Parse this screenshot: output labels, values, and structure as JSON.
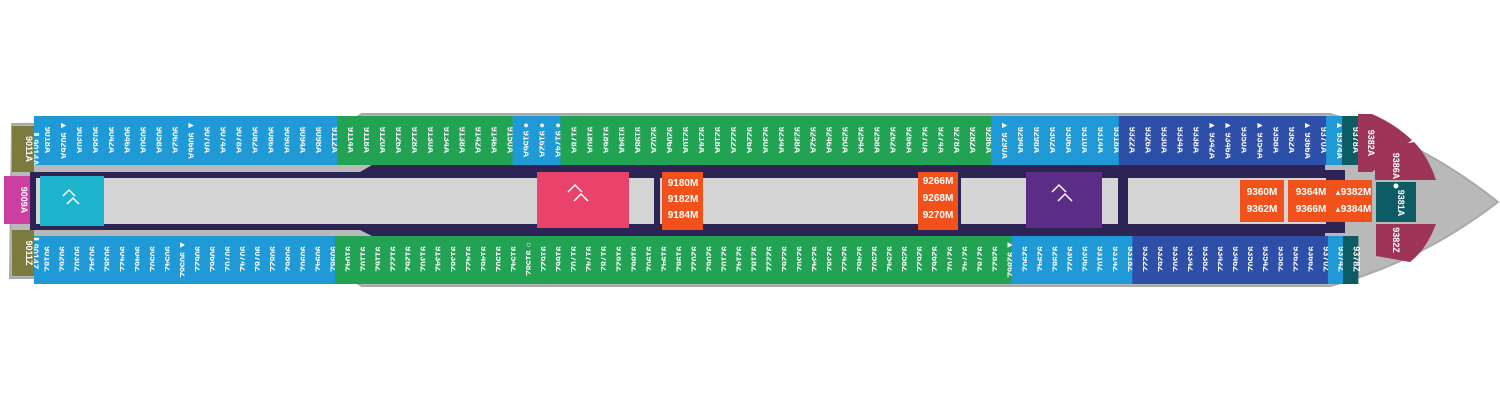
{
  "colors": {
    "hull": "#b9b9b9",
    "deck_edge": "#a9a9a9",
    "corridor": "#2d2355",
    "floor": "#d5d5d5",
    "green": "#22a354",
    "blue": "#1f9ad6",
    "navy": "#2e4fa8",
    "teal": "#0e5c63",
    "olive": "#7c7a3c",
    "crimson": "#9e3558",
    "magenta": "#cc3fa1",
    "orange": "#f1511b",
    "stair_cyan": "#1eb3cc",
    "stair_pink": "#e9436c",
    "stair_purple": "#5b2d86"
  },
  "legend_symbols": {
    "accessible": "▲",
    "connecting": "●",
    "pair": "∥",
    "lift": "^^"
  },
  "cabins": {
    "top": [
      {
        "id": "9014A",
        "c": "olive",
        "m": "∥"
      },
      {
        "id": "9018A",
        "c": "blue"
      },
      {
        "id": "9026A",
        "c": "blue",
        "m": "▲"
      },
      {
        "id": "9030A",
        "c": "blue"
      },
      {
        "id": "9038A",
        "c": "blue"
      },
      {
        "id": "9042A",
        "c": "blue"
      },
      {
        "id": "9046A",
        "c": "blue"
      },
      {
        "id": "9050A",
        "c": "blue"
      },
      {
        "id": "9058A",
        "c": "blue"
      },
      {
        "id": "9062A",
        "c": "blue"
      },
      {
        "id": "9066A",
        "c": "blue",
        "m": "▲"
      },
      {
        "id": "9070A",
        "c": "blue"
      },
      {
        "id": "9074A",
        "c": "blue"
      },
      {
        "id": "9078A",
        "c": "blue"
      },
      {
        "id": "9082A",
        "c": "blue"
      },
      {
        "id": "9086A",
        "c": "blue"
      },
      {
        "id": "9090A",
        "c": "blue"
      },
      {
        "id": "9094A",
        "c": "blue"
      },
      {
        "id": "9098A",
        "c": "blue"
      },
      {
        "id": "9112A",
        "c": "blue"
      },
      {
        "id": "9114A",
        "c": "green"
      },
      {
        "id": "9118A",
        "c": "green"
      },
      {
        "id": "9120A",
        "c": "green"
      },
      {
        "id": "9126A",
        "c": "green"
      },
      {
        "id": "9128A",
        "c": "green"
      },
      {
        "id": "9130A",
        "c": "green"
      },
      {
        "id": "9134A",
        "c": "green"
      },
      {
        "id": "9138A",
        "c": "green"
      },
      {
        "id": "9142A",
        "c": "green"
      },
      {
        "id": "9146A",
        "c": "green"
      },
      {
        "id": "9150A",
        "c": "green"
      },
      {
        "id": "9156A",
        "c": "blue",
        "m": "●"
      },
      {
        "id": "9162A",
        "c": "blue",
        "m": "●"
      },
      {
        "id": "9174A",
        "c": "blue",
        "m": "●"
      },
      {
        "id": "9178A",
        "c": "green"
      },
      {
        "id": "9180A",
        "c": "green"
      },
      {
        "id": "9186A",
        "c": "green"
      },
      {
        "id": "9194A",
        "c": "green"
      },
      {
        "id": "9198A",
        "c": "green"
      },
      {
        "id": "9202A",
        "c": "green"
      },
      {
        "id": "9206A",
        "c": "green"
      },
      {
        "id": "9210A",
        "c": "green"
      },
      {
        "id": "9214A",
        "c": "green"
      },
      {
        "id": "9218A",
        "c": "green"
      },
      {
        "id": "9222A",
        "c": "green"
      },
      {
        "id": "9226A",
        "c": "green"
      },
      {
        "id": "9230A",
        "c": "green"
      },
      {
        "id": "9234A",
        "c": "green"
      },
      {
        "id": "9238A",
        "c": "green"
      },
      {
        "id": "9242A",
        "c": "green"
      },
      {
        "id": "9246A",
        "c": "green"
      },
      {
        "id": "9250A",
        "c": "green"
      },
      {
        "id": "9254A",
        "c": "green"
      },
      {
        "id": "9258A",
        "c": "green"
      },
      {
        "id": "9262A",
        "c": "green"
      },
      {
        "id": "9266A",
        "c": "green"
      },
      {
        "id": "9270A",
        "c": "green"
      },
      {
        "id": "9274A",
        "c": "green"
      },
      {
        "id": "9278A",
        "c": "green"
      },
      {
        "id": "9282A",
        "c": "green"
      },
      {
        "id": "9286A",
        "c": "green"
      },
      {
        "id": "9290A",
        "c": "blue",
        "m": "▲"
      },
      {
        "id": "9294A",
        "c": "blue"
      },
      {
        "id": "9298A",
        "c": "blue"
      },
      {
        "id": "9302A",
        "c": "blue"
      },
      {
        "id": "9306A",
        "c": "blue"
      },
      {
        "id": "9310A",
        "c": "blue"
      },
      {
        "id": "9314A",
        "c": "blue"
      },
      {
        "id": "9318A",
        "c": "blue"
      },
      {
        "id": "9322A",
        "c": "navy"
      },
      {
        "id": "9326A",
        "c": "navy"
      },
      {
        "id": "9330A",
        "c": "navy"
      },
      {
        "id": "9334A",
        "c": "navy"
      },
      {
        "id": "9338A",
        "c": "navy"
      },
      {
        "id": "9342A",
        "c": "navy",
        "m": "▲"
      },
      {
        "id": "9346A",
        "c": "navy",
        "m": "▲"
      },
      {
        "id": "9350A",
        "c": "navy"
      },
      {
        "id": "9354A",
        "c": "navy",
        "m": "▲"
      },
      {
        "id": "9358A",
        "c": "navy"
      },
      {
        "id": "9362A",
        "c": "navy"
      },
      {
        "id": "9366A",
        "c": "navy",
        "m": "▲"
      },
      {
        "id": "9370A",
        "c": "navy"
      },
      {
        "id": "9374A",
        "c": "blue",
        "m": "▲"
      },
      {
        "id": "9378A",
        "c": "teal"
      }
    ],
    "bottom": [
      {
        "id": "9014Z",
        "c": "olive",
        "m": "∥"
      },
      {
        "id": "9018Z",
        "c": "blue"
      },
      {
        "id": "9026Z",
        "c": "blue"
      },
      {
        "id": "9030Z",
        "c": "blue"
      },
      {
        "id": "9034Z",
        "c": "blue"
      },
      {
        "id": "9038Z",
        "c": "blue"
      },
      {
        "id": "9042Z",
        "c": "blue"
      },
      {
        "id": "9046Z",
        "c": "blue"
      },
      {
        "id": "9050Z",
        "c": "blue"
      },
      {
        "id": "9054Z",
        "c": "blue"
      },
      {
        "id": "9058Z",
        "c": "blue",
        "m": "▲"
      },
      {
        "id": "9062Z",
        "c": "blue"
      },
      {
        "id": "9066Z",
        "c": "blue"
      },
      {
        "id": "9070Z",
        "c": "blue"
      },
      {
        "id": "9074Z",
        "c": "blue"
      },
      {
        "id": "9078Z",
        "c": "blue"
      },
      {
        "id": "9082Z",
        "c": "blue"
      },
      {
        "id": "9086Z",
        "c": "blue"
      },
      {
        "id": "9090Z",
        "c": "blue"
      },
      {
        "id": "9094Z",
        "c": "blue"
      },
      {
        "id": "9098Z",
        "c": "blue"
      },
      {
        "id": "9104Z",
        "c": "green"
      },
      {
        "id": "9110Z",
        "c": "green"
      },
      {
        "id": "9116Z",
        "c": "green"
      },
      {
        "id": "9122Z",
        "c": "green"
      },
      {
        "id": "9126Z",
        "c": "green"
      },
      {
        "id": "9130Z",
        "c": "green"
      },
      {
        "id": "9134Z",
        "c": "green"
      },
      {
        "id": "9138Z",
        "c": "green"
      },
      {
        "id": "9142Z",
        "c": "green"
      },
      {
        "id": "9146Z",
        "c": "green"
      },
      {
        "id": "9150Z",
        "c": "green"
      },
      {
        "id": "9154Z",
        "c": "green"
      },
      {
        "id": "9158Z",
        "c": "green",
        "m": "○"
      },
      {
        "id": "9162Z",
        "c": "green"
      },
      {
        "id": "9166Z",
        "c": "green"
      },
      {
        "id": "9170Z",
        "c": "green"
      },
      {
        "id": "9174Z",
        "c": "green"
      },
      {
        "id": "9178Z",
        "c": "green"
      },
      {
        "id": "9182Z",
        "c": "green"
      },
      {
        "id": "9186Z",
        "c": "green"
      },
      {
        "id": "9190Z",
        "c": "green"
      },
      {
        "id": "9194Z",
        "c": "green"
      },
      {
        "id": "9198Z",
        "c": "green"
      },
      {
        "id": "9202Z",
        "c": "green"
      },
      {
        "id": "9206Z",
        "c": "green"
      },
      {
        "id": "9210Z",
        "c": "green"
      },
      {
        "id": "9214Z",
        "c": "green"
      },
      {
        "id": "9218Z",
        "c": "green"
      },
      {
        "id": "9222Z",
        "c": "green"
      },
      {
        "id": "9226Z",
        "c": "green"
      },
      {
        "id": "9230Z",
        "c": "green"
      },
      {
        "id": "9234Z",
        "c": "green"
      },
      {
        "id": "9238Z",
        "c": "green"
      },
      {
        "id": "9242Z",
        "c": "green"
      },
      {
        "id": "9246Z",
        "c": "green"
      },
      {
        "id": "9250Z",
        "c": "green"
      },
      {
        "id": "9254Z",
        "c": "green"
      },
      {
        "id": "9258Z",
        "c": "green"
      },
      {
        "id": "9262Z",
        "c": "green"
      },
      {
        "id": "9266Z",
        "c": "green"
      },
      {
        "id": "9270Z",
        "c": "green"
      },
      {
        "id": "9274Z",
        "c": "green"
      },
      {
        "id": "9278Z",
        "c": "green"
      },
      {
        "id": "9282Z",
        "c": "green"
      },
      {
        "id": "9286Z",
        "c": "green",
        "m": "▲"
      },
      {
        "id": "9290Z",
        "c": "blue"
      },
      {
        "id": "9294Z",
        "c": "blue"
      },
      {
        "id": "9298Z",
        "c": "blue"
      },
      {
        "id": "9302Z",
        "c": "blue"
      },
      {
        "id": "9306Z",
        "c": "blue"
      },
      {
        "id": "9310Z",
        "c": "blue"
      },
      {
        "id": "9314Z",
        "c": "blue"
      },
      {
        "id": "9318Z",
        "c": "blue"
      },
      {
        "id": "9322Z",
        "c": "navy"
      },
      {
        "id": "9326Z",
        "c": "navy"
      },
      {
        "id": "9330Z",
        "c": "navy"
      },
      {
        "id": "9334Z",
        "c": "navy"
      },
      {
        "id": "9338Z",
        "c": "navy"
      },
      {
        "id": "9342Z",
        "c": "navy"
      },
      {
        "id": "9346Z",
        "c": "navy"
      },
      {
        "id": "9350Z",
        "c": "navy"
      },
      {
        "id": "9354Z",
        "c": "navy"
      },
      {
        "id": "9358Z",
        "c": "navy"
      },
      {
        "id": "9362Z",
        "c": "navy"
      },
      {
        "id": "9366Z",
        "c": "navy"
      },
      {
        "id": "9370Z",
        "c": "navy"
      },
      {
        "id": "9374Z",
        "c": "blue"
      },
      {
        "id": "9378Z",
        "c": "teal"
      }
    ],
    "stern_top": "9011A",
    "stern_bottom": "9011Z",
    "stern_center": "9009A",
    "bow_top": "9382A",
    "bow_upper": "9386A",
    "bow_center": "9381A",
    "bow_lower": "9382Z"
  },
  "center_rooms": {
    "group_1": [
      "9180M",
      "9182M",
      "9184M"
    ],
    "group_2": [
      "9266M",
      "9268M",
      "9270M"
    ],
    "group_3": [
      "9360M",
      "9362M"
    ],
    "group_4": [
      "9364M",
      "9366M"
    ],
    "group_5": [
      "9382M",
      "9384M"
    ],
    "group_5_marks": [
      "▲",
      "▲"
    ]
  }
}
